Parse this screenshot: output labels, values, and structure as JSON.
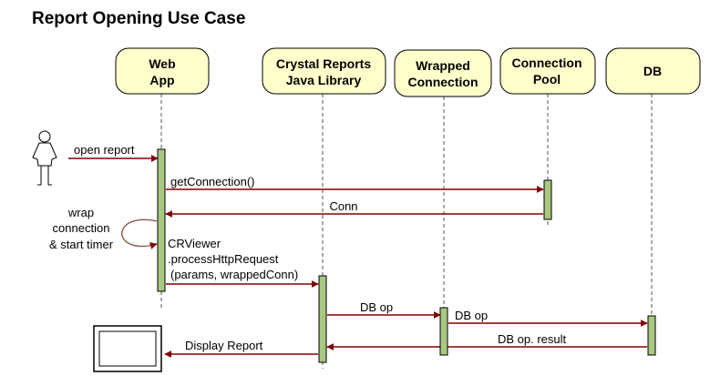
{
  "title": "Report Opening Use Case",
  "colors": {
    "participant_fill": "#ffffcc",
    "activation_fill": "#a8c880",
    "message_color": "#800000"
  },
  "participants": {
    "webapp": [
      "Web",
      "App"
    ],
    "crystal": [
      "Crystal Reports",
      "Java Library"
    ],
    "wrapped": [
      "Wrapped",
      "Connection"
    ],
    "pool": [
      "Connection",
      "Pool"
    ],
    "db": [
      "DB"
    ]
  },
  "messages": {
    "open_report": "open report",
    "get_connection": "getConnection()",
    "conn": "Conn",
    "wrap_note": [
      "wrap",
      "connection",
      "& start timer"
    ],
    "process_request": [
      "CRViewer",
      ".processHttpRequest",
      "(params, wrappedConn)"
    ],
    "db_op_1": "DB op",
    "db_op_2": "DB op",
    "db_op_result": "DB op. result",
    "display_report": "Display Report"
  },
  "icons": {
    "actor": "user-actor-icon",
    "screen": "display-screen-icon"
  }
}
